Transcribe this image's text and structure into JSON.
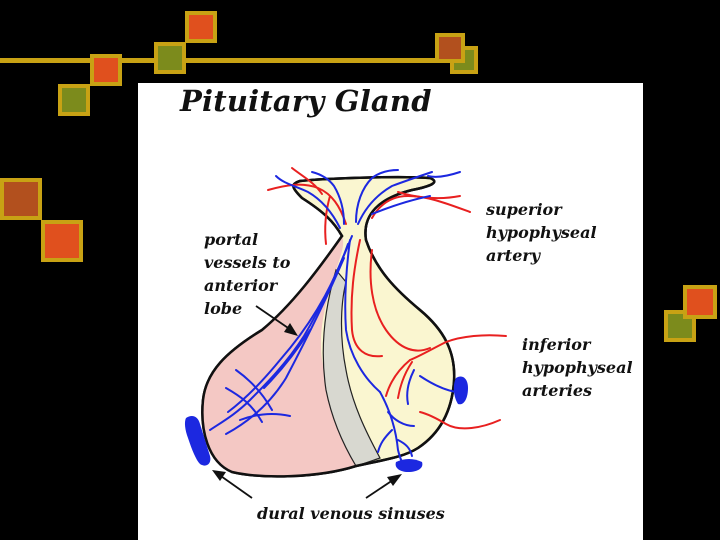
{
  "title": "Pituitary Gland",
  "labels": {
    "portal": [
      "portal",
      "vessels to",
      "anterior",
      "lobe"
    ],
    "superior": [
      "superior",
      "hypophyseal",
      "artery"
    ],
    "inferior": [
      "inferior",
      "hypophyseal",
      "arteries"
    ],
    "dural": "dural venous sinuses"
  },
  "colors": {
    "background": "#000000",
    "gold": "#c8a214",
    "orange": "#e0501e",
    "olive": "#7c8b1c",
    "rust": "#b2501e",
    "anterior_lobe": "#f4c8c4",
    "posterior_lobe": "#faf6d0",
    "pars_intermedia": "#d8d8d0",
    "artery": "#e82020",
    "vein": "#1c28e0"
  }
}
